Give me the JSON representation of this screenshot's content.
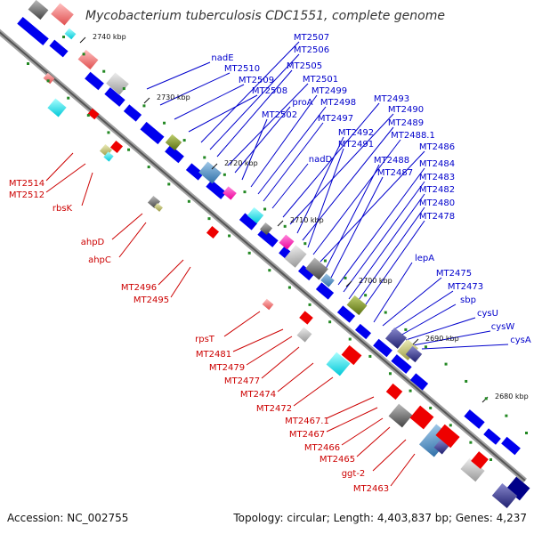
{
  "title": "Mycobacterium tuberculosis CDC1551, complete genome",
  "footer": {
    "accession": "Accession: NC_002755",
    "summary": "Topology: circular; Length: 4,403,837 bp; Genes: 4,237"
  },
  "colors": {
    "forward_label": "#0000cc",
    "reverse_label": "#cc0000",
    "backbone": "#7a7a7a",
    "gene_forward": "#0000ee",
    "gene_reverse": "#ee0000",
    "tick_dot": "#228822"
  },
  "ticks": [
    "2740 kbp",
    "2730 kbp",
    "2720 kbp",
    "2710 kbp",
    "2700 kbp",
    "2690 kbp",
    "2680 kbp"
  ],
  "forward_genes": [
    "nadE",
    "MT2510",
    "MT2509",
    "MT2508",
    "MT2507",
    "MT2506",
    "MT2505",
    "MT2501",
    "proA",
    "MT2502",
    "MT2499",
    "MT2498",
    "MT2497",
    "nadD",
    "MT2493",
    "MT2490",
    "MT2492",
    "MT2489",
    "MT2491",
    "MT2488.1",
    "MT2486",
    "MT2488",
    "MT2487",
    "MT2484",
    "MT2483",
    "MT2482",
    "MT2480",
    "MT2478",
    "lepA",
    "MT2475",
    "MT2473",
    "sbp",
    "cysU",
    "cysW",
    "cysA"
  ],
  "reverse_genes": [
    "MT2514",
    "MT2512",
    "rbsK",
    "ahpD",
    "ahpC",
    "MT2496",
    "MT2495",
    "rpsT",
    "MT2481",
    "MT2479",
    "MT2477",
    "MT2474",
    "MT2472",
    "MT2467.1",
    "MT2467",
    "MT2466",
    "MT2465",
    "ggt-2",
    "MT2463"
  ]
}
